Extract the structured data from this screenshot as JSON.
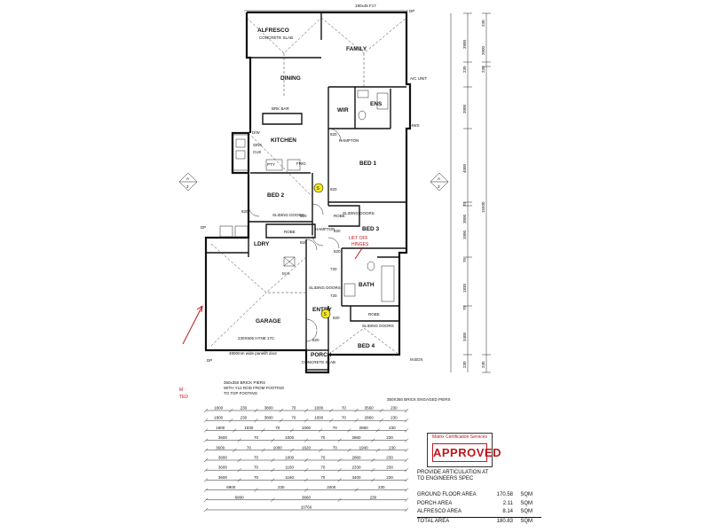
{
  "rooms": {
    "alfresco": "ALFRESCO",
    "alfresco_note": "CONCRETE SLAB",
    "family": "FAMILY",
    "dining": "DINING",
    "kitchen": "KITCHEN",
    "wir": "WIR",
    "ens": "ENS",
    "bed1": "BED 1",
    "bed2": "BED 2",
    "bed3": "BED 3",
    "bed4": "BED 4",
    "bath": "BATH",
    "lndry": "LDRY",
    "garage": "GARAGE",
    "entry": "ENTRY",
    "porch": "PORCH",
    "porch_note": "CONCRETE SLAB",
    "mh": "M.H."
  },
  "labels": {
    "lift_off": "LIFT OFF",
    "hinges": "HINGES",
    "hampton_1": "HAMPTON",
    "hampton_2": "HAMPTON",
    "sliding_doors_1": "SLIDING DOORS",
    "sliding_doors_2": "SLIDING DOORS",
    "sliding_doors_3": "SLIDING DOORS",
    "sliding_doors_4": "SLIDING DOORS",
    "robe_1": "ROBE",
    "robe_2": "ROBE",
    "robe_3": "ROBE",
    "brk_bar": "BRK BAR",
    "dw": "D/W",
    "sink": "SINK",
    "cuk": "CUK",
    "pty": "PTY",
    "frig": "FRIG",
    "hws": "HWS",
    "ac_unit": "A/C UNIT",
    "dp": "DP",
    "mbox": "M.BOX",
    "garage_door": "4800mm wide panelift door",
    "garage_beam": "230X605 HYNE 17C",
    "brick_piers": "350x350 BRICK PIERS",
    "brick_piers_2": "WITH Y12 ROD FROM FOOTING",
    "brick_piers_3": "TO TOP FOOTING",
    "engaged_piers": "350X350 BRICK ENGAGED PIERS",
    "beam_top": "190x45 F17",
    "section_mark": "A",
    "section_sheet": "3",
    "m_ted_1": "M",
    "m_ted_2": "TED",
    "sum_820": "820"
  },
  "door_widths": [
    "820",
    "820",
    "820",
    "820",
    "820",
    "820",
    "720",
    "720",
    "820",
    "820",
    "820"
  ],
  "right_dims_outer": [
    "230",
    "3900",
    "230",
    "15930",
    "230"
  ],
  "right_dims_inner": [
    "3900",
    "230",
    "2000",
    "4000",
    "70",
    "1000",
    "3000",
    "70",
    "1830",
    "70",
    "3400",
    "230"
  ],
  "dim_rows": [
    [
      "1800",
      "230",
      "3800",
      "70",
      "1000",
      "70",
      "3560",
      "230"
    ],
    [
      "1800",
      "230",
      "3800",
      "70",
      "1000",
      "70",
      "2860",
      "230"
    ],
    [
      "1800",
      "1930",
      "70",
      "1000",
      "70",
      "2860",
      "230"
    ],
    [
      "3600",
      "70",
      "1000",
      "70",
      "2860",
      "230"
    ],
    [
      "3600",
      "70",
      "1000",
      "1620",
      "70",
      "1940",
      "230"
    ],
    [
      "3600",
      "70",
      "1000",
      "70",
      "2860",
      "230"
    ],
    [
      "3600",
      "70",
      "1160",
      "70",
      "2330",
      "230"
    ],
    [
      "3600",
      "70",
      "1160",
      "70",
      "3400",
      "230"
    ],
    [
      "6900",
      "230",
      "3400",
      "230"
    ],
    [
      "6900",
      "3660",
      "230"
    ],
    [
      "10760"
    ]
  ],
  "stamp": {
    "caption": "Matrix Certification Services",
    "text": "APPROVED",
    "color": "#c0161b"
  },
  "notes": {
    "line1": "PROVIDE ARTICULATION AT",
    "line2": "TO ENGINEERS SPEC"
  },
  "areas": [
    {
      "label": "GROUND FLOOR AREA",
      "value": "170.58",
      "unit": "SQM"
    },
    {
      "label": "PORCH AREA",
      "value": "2.11",
      "unit": "SQM"
    },
    {
      "label": "ALFRESCO AREA",
      "value": "8.14",
      "unit": "SQM"
    },
    {
      "label": "TOTAL AREA",
      "value": "180.83",
      "unit": "SQM"
    }
  ],
  "marker_symbol": "S",
  "colors": {
    "stamp_red": "#c0161b",
    "marker_yellow": "#f7e81a",
    "line": "#111111"
  }
}
